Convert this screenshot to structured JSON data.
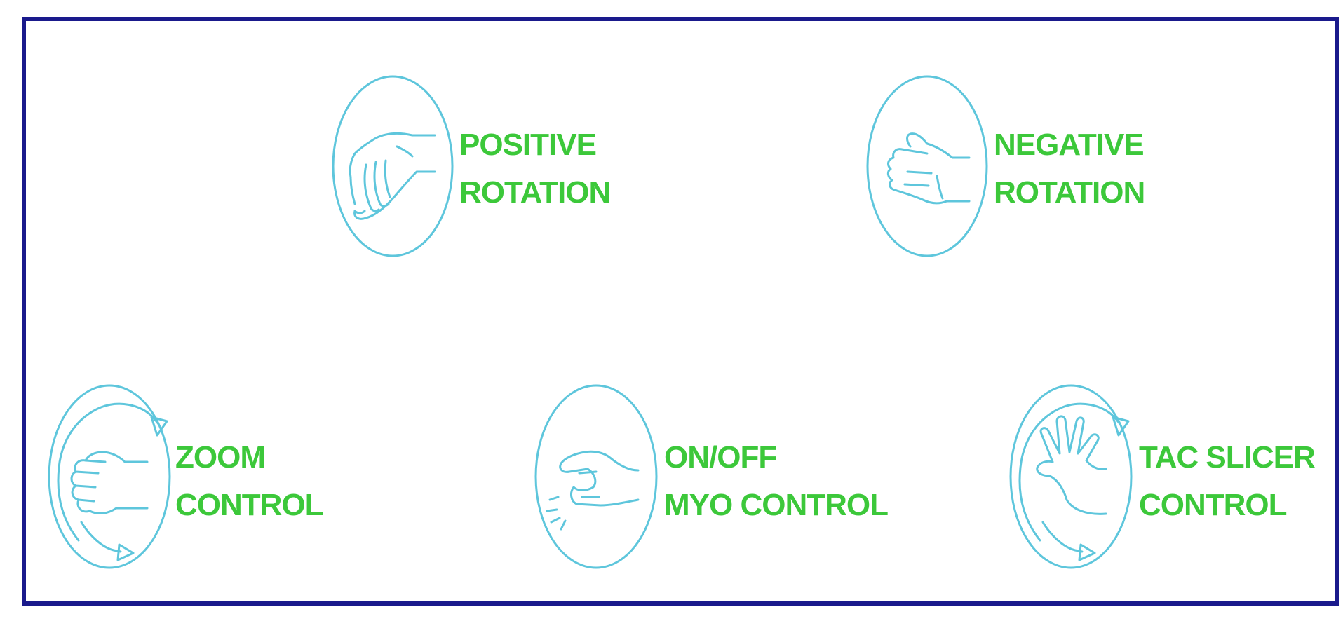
{
  "colors": {
    "frame_border": "#1a1a8c",
    "icon_stroke": "#5ec6dc",
    "label_text": "#3cc83a",
    "background": "#ffffff"
  },
  "gestures": {
    "positive_rotation": {
      "icon": "hand-palm-up-icon",
      "label_line1": "POSITIVE",
      "label_line2": "ROTATION"
    },
    "negative_rotation": {
      "icon": "hand-palm-down-icon",
      "label_line1": "NEGATIVE",
      "label_line2": "ROTATION"
    },
    "zoom_control": {
      "icon": "fist-rotate-icon",
      "label_line1": "ZOOM",
      "label_line2": "CONTROL"
    },
    "onoff_control": {
      "icon": "pinch-icon",
      "label_line1": "ON/OFF",
      "label_line2": "MYO CONTROL"
    },
    "tac_slicer_control": {
      "icon": "open-hand-rotate-icon",
      "label_line1": "TAC SLICER",
      "label_line2": "CONTROL"
    }
  }
}
